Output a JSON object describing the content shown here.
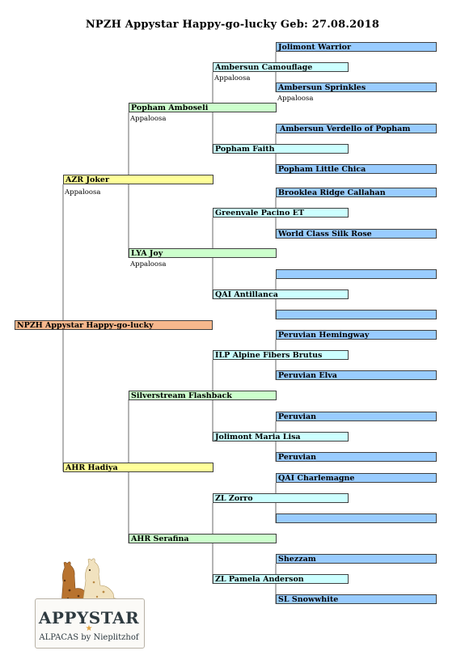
{
  "title": "NPZH Appystar Happy-go-lucky Geb: 27.08.2018",
  "pedigree": {
    "subject": {
      "name": "NPZH Appystar Happy-go-lucky"
    },
    "sire": {
      "name": "AZR Joker",
      "note": "Appaloosa"
    },
    "dam": {
      "name": "AHR Hadiya"
    },
    "sire_sire": {
      "name": "Popham Amboseli",
      "note": "Appaloosa"
    },
    "sire_dam": {
      "name": "LYA Joy",
      "note": "Appaloosa"
    },
    "dam_sire": {
      "name": "Silverstream Flashback"
    },
    "dam_dam": {
      "name": "AHR Serafina"
    },
    "g3": [
      {
        "name": "Ambersun Camouflage",
        "note": "Appaloosa"
      },
      {
        "name": "Popham Faith"
      },
      {
        "name": "Greenvale Pacino ET"
      },
      {
        "name": "QAI Antillanca"
      },
      {
        "name": "ILP Alpine Fibers Brutus"
      },
      {
        "name": "Jolimont Maria Lisa"
      },
      {
        "name": "ZL Zorro"
      },
      {
        "name": "ZL Pamela Anderson"
      }
    ],
    "g4": [
      {
        "name": "Jolimont Warrior"
      },
      {
        "name": "Ambersun Sprinkles",
        "note": "Appaloosa"
      },
      {
        "name": "Ambersun Verdello of Popham"
      },
      {
        "name": "Popham Little Chica"
      },
      {
        "name": "Brooklea Ridge Callahan"
      },
      {
        "name": "World Class Silk Rose"
      },
      {
        "name": ""
      },
      {
        "name": ""
      },
      {
        "name": "Peruvian Hemingway"
      },
      {
        "name": "Peruvian Elva"
      },
      {
        "name": "Peruvian"
      },
      {
        "name": "Peruvian"
      },
      {
        "name": "QAI Charlemagne"
      },
      {
        "name": ""
      },
      {
        "name": "Shezzam"
      },
      {
        "name": "SL Snowwhite"
      }
    ]
  },
  "logo": {
    "name": "APPYSTAR",
    "star": "★",
    "tagline": "ALPACAS by Nieplitzhof"
  }
}
